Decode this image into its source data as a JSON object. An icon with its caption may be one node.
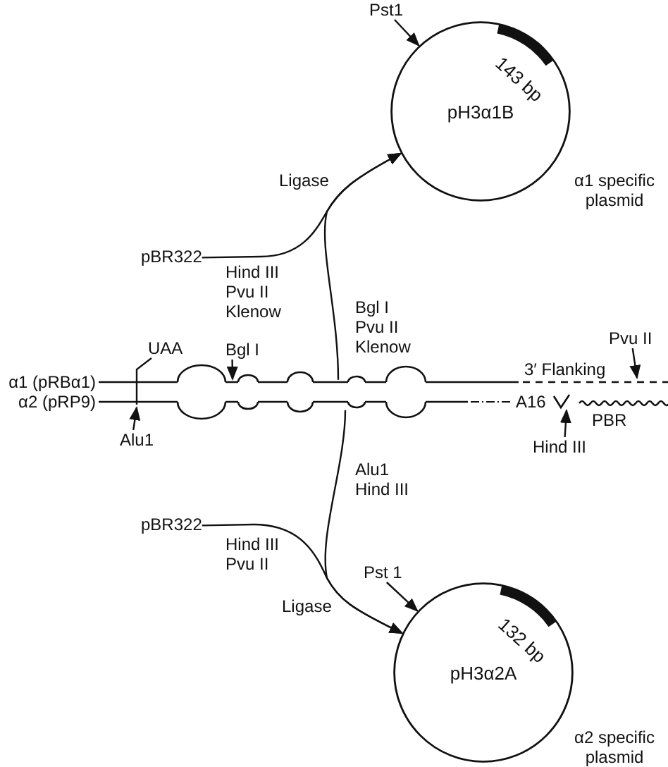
{
  "diagram": {
    "nodes": [
      {
        "text": [
          "Pst1"
        ]
      },
      {
        "text": [
          "pH3α1B"
        ],
        "beside": [
          "α1 specific plasmid"
        ]
      },
      {
        "text": [
          "pBR322"
        ]
      },
      {
        "text": [],
        "shape": "bar",
        "beside": [
          "α1 (pRBα1)",
          "α2 (pRP9)"
        ]
      },
      {
        "text": [
          "Bgl I"
        ]
      },
      {
        "text": [
          "UAA"
        ]
      },
      {
        "text": [
          "Pvu II"
        ]
      },
      {
        "text": [
          "Alu1"
        ]
      },
      {
        "text": [
          "Hind III"
        ]
      },
      {
        "text": [
          "pBR322"
        ]
      },
      {
        "text": [
          "Pst 1"
        ]
      },
      {
        "text": [
          "pH3α2A"
        ],
        "beside": [
          "α2 specific plasmid"
        ]
      }
    ],
    "edges": [
      {
        "from": 0,
        "to": 1,
        "arrow": "to"
      },
      {
        "from": 2,
        "to": 1,
        "arrow": "to"
      },
      {
        "from": 3,
        "to": 1,
        "arrow": "to"
      },
      {
        "from": 4,
        "to": 3,
        "arrow": "to"
      },
      {
        "from": 5,
        "to": 3,
        "arrow": "none"
      },
      {
        "from": 6,
        "to": 3,
        "arrow": "to"
      },
      {
        "from": 7,
        "to": 3,
        "arrow": "to"
      },
      {
        "from": 8,
        "to": 3,
        "arrow": "to"
      },
      {
        "from": 3,
        "to": 11,
        "arrow": "to"
      },
      {
        "from": 9,
        "to": 11,
        "arrow": "to"
      },
      {
        "from": 10,
        "to": 11,
        "arrow": "to"
      }
    ],
    "labels": [
      "143 bp",
      "Ligase",
      "Hind III Pvu II Klenow",
      "Bgl I Pvu II Klenow",
      "3′ Flanking",
      "A16",
      "PBR",
      "Alu1 Hind III",
      "Hind III Pvu II",
      "Ligase",
      "132 bp"
    ]
  }
}
